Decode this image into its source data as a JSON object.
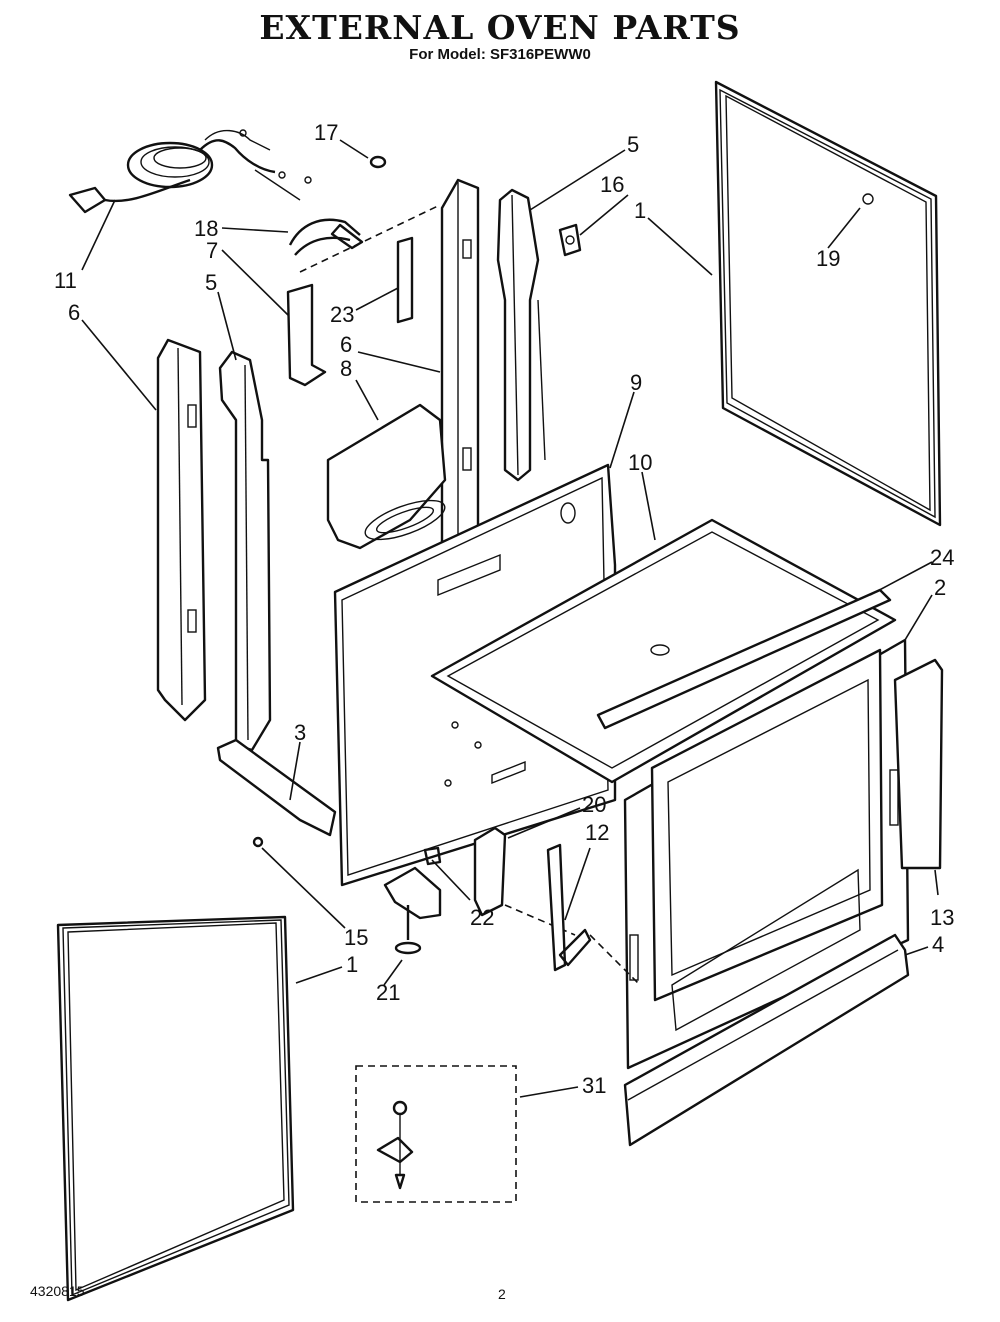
{
  "header": {
    "title": "EXTERNAL OVEN PARTS",
    "subtitle": "For Model: SF316PEWW0"
  },
  "footer": {
    "doc_number": "4320815",
    "page_number": "2"
  },
  "callouts": {
    "c17": "17",
    "c5a": "5",
    "c16": "16",
    "c1a": "1",
    "c19": "19",
    "c18": "18",
    "c7": "7",
    "c11": "11",
    "c5b": "5",
    "c6a": "6",
    "c23": "23",
    "c6b": "6",
    "c8": "8",
    "c9": "9",
    "c10": "10",
    "c24": "24",
    "c2": "2",
    "c3": "3",
    "c20": "20",
    "c12": "12",
    "c13": "13",
    "c4": "4",
    "c15": "15",
    "c22": "22",
    "c1b": "1",
    "c21": "21",
    "c31": "31"
  }
}
